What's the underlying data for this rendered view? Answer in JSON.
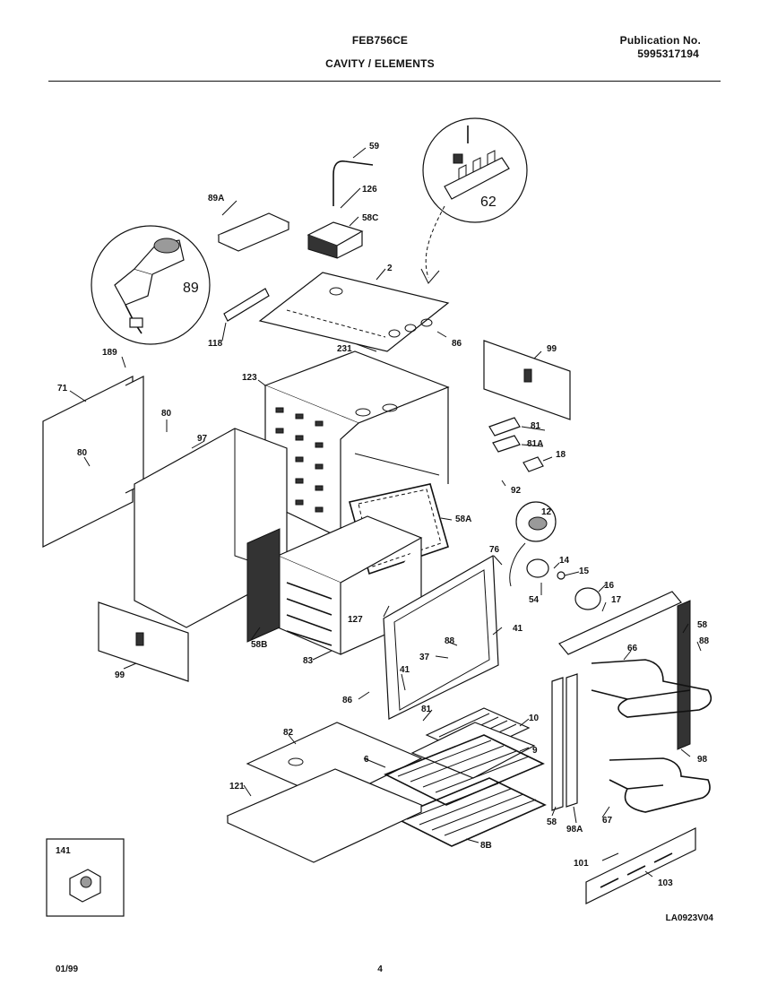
{
  "header": {
    "model": "FEB756CE",
    "section_title": "CAVITY / ELEMENTS",
    "publication_label": "Publication No.",
    "publication_number": "5995317194"
  },
  "callouts": {
    "c59": "59",
    "c126": "126",
    "c58C": "58C",
    "c89A": "89A",
    "c89": "89",
    "c62": "62",
    "c2": "2",
    "c118": "118",
    "c231": "231",
    "c86a": "86",
    "c99a": "99",
    "c189": "189",
    "c123": "123",
    "c71": "71",
    "c80a": "80",
    "c80b": "80",
    "c97": "97",
    "c81a": "81",
    "c81A": "81A",
    "c18": "18",
    "c92": "92",
    "c12": "12",
    "c58A": "58A",
    "c76": "76",
    "c14": "14",
    "c15": "15",
    "c54": "54",
    "c16": "16",
    "c17": "17",
    "c58B": "58B",
    "c127": "127",
    "c88a": "88",
    "c37": "37",
    "c41a": "41",
    "c41b": "41",
    "c58a": "58",
    "c88b": "88",
    "c66": "66",
    "c99b": "99",
    "c83": "83",
    "c86b": "86",
    "c81b": "81",
    "c10": "10",
    "c82": "82",
    "c6": "6",
    "c9": "9",
    "c98": "98",
    "c121": "121",
    "c58b": "58",
    "c98A": "98A",
    "c67": "67",
    "c8B": "8B",
    "c141": "141",
    "c101": "101",
    "c103": "103"
  },
  "footer": {
    "date": "01/99",
    "page": "4",
    "drawing_code": "LA0923V04"
  }
}
